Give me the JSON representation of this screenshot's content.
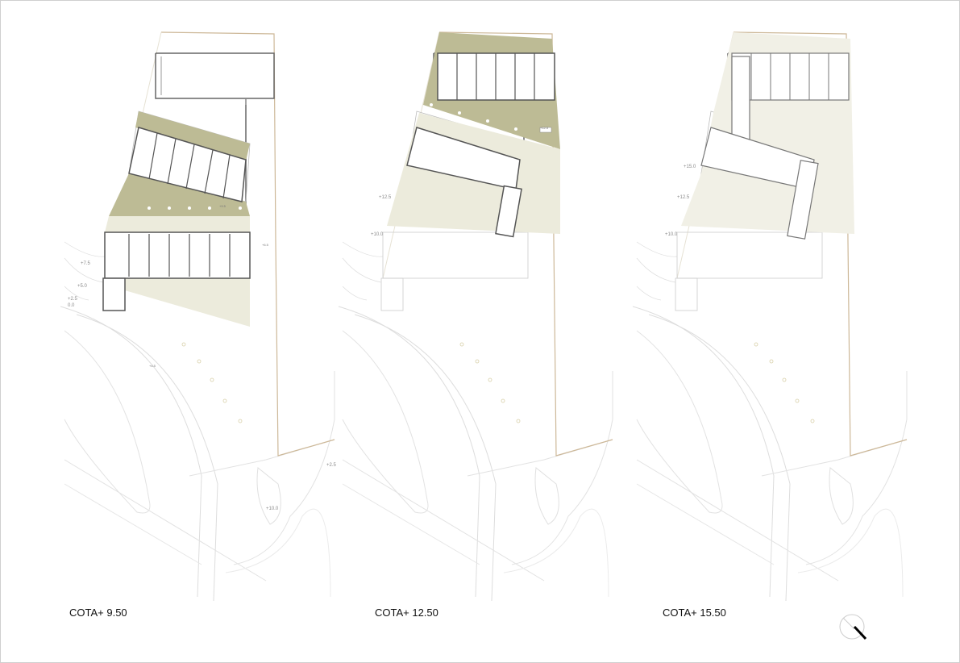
{
  "panels": [
    {
      "title": "COTA+ 9.50",
      "active_level": "upper-tilted-block"
    },
    {
      "title": "COTA+ 12.50",
      "active_level": "top-row-block"
    },
    {
      "title": "COTA+ 15.50",
      "active_level": "roof-level"
    }
  ],
  "contours": {
    "c0": "0.0",
    "c25": "+2.5",
    "c50": "+5.0",
    "c75": "+7.5",
    "c100": "+10.0",
    "c125": "+12.5",
    "c150": "+15.0"
  },
  "level_tags": {
    "t1": "+9.5",
    "t2": "+6.5",
    "t3": "+12.5",
    "t4": "+4.5"
  },
  "colors": {
    "terrace_dark": "#bdbb95",
    "terrace_light": "#ecebdc",
    "wall": "#555555",
    "contour": "#d8d4c4",
    "boundary": "#cdb898"
  },
  "north_arrow": "north-arrow-icon"
}
